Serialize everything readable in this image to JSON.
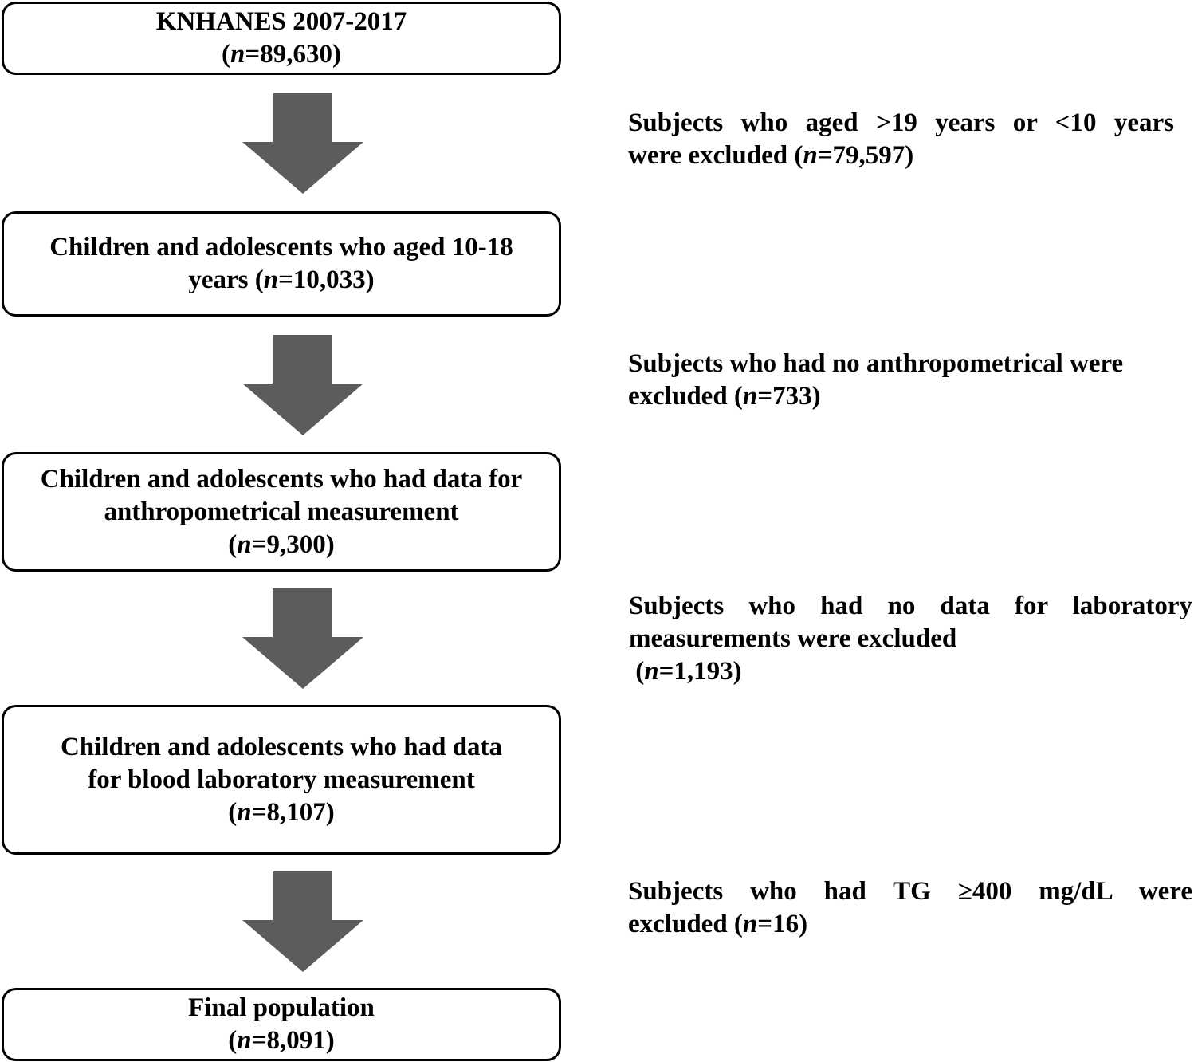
{
  "colors": {
    "arrow": "#5c5c5c",
    "box_border": "#000000",
    "text": "#000000"
  },
  "boxes": [
    {
      "lines": [
        "KNHANES 2007-2017"
      ],
      "n_prefix": "(",
      "n_label": "n",
      "n_value": "=89,630)"
    },
    {
      "lines": [
        "Children and adolescents who aged 10-18"
      ],
      "n_prefix": "years (",
      "n_label": "n",
      "n_value": "=10,033)"
    },
    {
      "lines": [
        "Children and adolescents who had data for",
        "anthropometrical measurement"
      ],
      "n_prefix": "(",
      "n_label": "n",
      "n_value": "=9,300)"
    },
    {
      "lines": [
        "Children and adolescents who had data",
        "for blood laboratory measurement"
      ],
      "n_prefix": "(",
      "n_label": "n",
      "n_value": "=8,107)"
    },
    {
      "lines": [
        "Final population"
      ],
      "n_prefix": "(",
      "n_label": "n",
      "n_value": "=8,091)"
    }
  ],
  "exclusions": [
    {
      "line1": "Subjects who aged >19 years or <10   years",
      "line2_prefix": "were excluded (",
      "n_label": "n",
      "n_value": "=79,597)"
    },
    {
      "line1": "Subjects who had no anthropometrical were",
      "line2_prefix": "excluded (",
      "n_label": "n",
      "n_value": "=733)"
    },
    {
      "line1": "Subjects who had no data for laboratory",
      "line2": "measurements were excluded",
      "line3_prefix": " (",
      "n_label": "n",
      "n_value": "=1,193)"
    },
    {
      "line1": "Subjects who had TG ≥400 mg/dL were",
      "line2_prefix": "excluded (",
      "n_label": "n",
      "n_value": "=16)"
    }
  ]
}
